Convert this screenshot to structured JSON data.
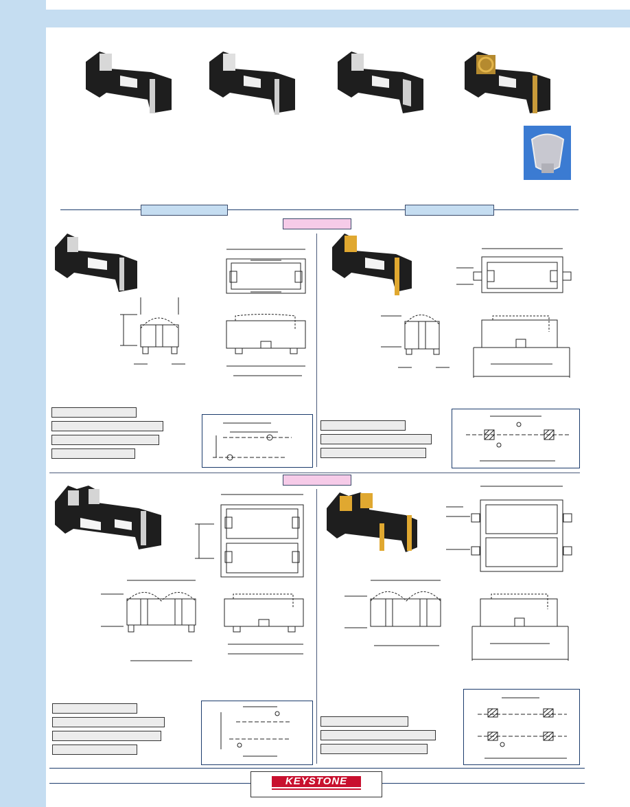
{
  "brand": {
    "logo_text": "KEYSTONE",
    "logo_color": "#c8102e",
    "accent_blue": "#c5ddf1",
    "accent_pink": "#f6cbe8"
  },
  "section_tabs": {
    "left_tab": "",
    "right_tab": "",
    "single_cell_tab": "",
    "dual_cell_tab": ""
  },
  "products": [
    {
      "name": "holder-black-silver-clip",
      "icon": "battery-holder-photo"
    },
    {
      "name": "holder-black-silver-contact",
      "icon": "battery-holder-photo"
    },
    {
      "name": "holder-black-solder-tab",
      "icon": "battery-holder-photo"
    },
    {
      "name": "holder-black-gold-spring",
      "icon": "battery-holder-photo"
    }
  ],
  "spec_labels": {
    "single_thru_hole": [
      "",
      "",
      "",
      ""
    ],
    "single_smt": [
      "",
      "",
      ""
    ],
    "dual_thru_hole": [
      "",
      "",
      "",
      ""
    ],
    "dual_smt": [
      "",
      "",
      ""
    ]
  }
}
